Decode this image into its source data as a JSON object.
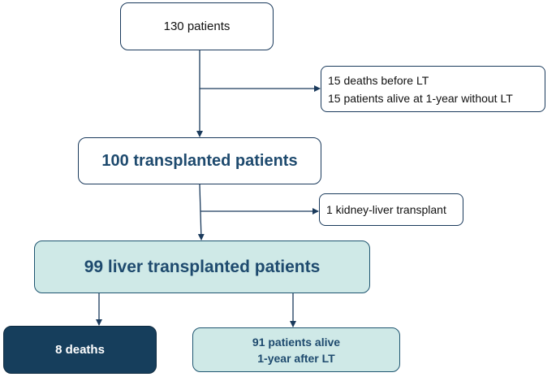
{
  "nodes": {
    "start": "130 patients",
    "excluded_1": [
      "15 deaths before LT",
      "15 patients alive at 1-year without LT"
    ],
    "transplanted": "100 transplanted patients",
    "excluded_2": "1 kidney-liver transplant",
    "liver_transplanted": "99 liver transplanted patients",
    "deaths": "8 deaths",
    "alive": [
      "91 patients alive",
      "1-year after LT"
    ]
  },
  "colors": {
    "border": "#1a3a5c",
    "accent_text": "#1e4a6e",
    "light_fill": "#cfe9e7",
    "dark_fill": "#163e5c"
  }
}
